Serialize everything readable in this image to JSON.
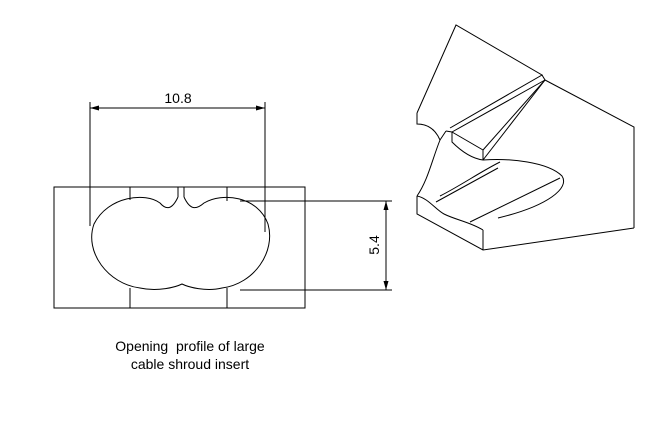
{
  "dimensions": {
    "width_label": "10.8",
    "height_label": "5.4"
  },
  "caption": {
    "line1": "Opening  profile of large",
    "line2": "cable shroud insert"
  }
}
